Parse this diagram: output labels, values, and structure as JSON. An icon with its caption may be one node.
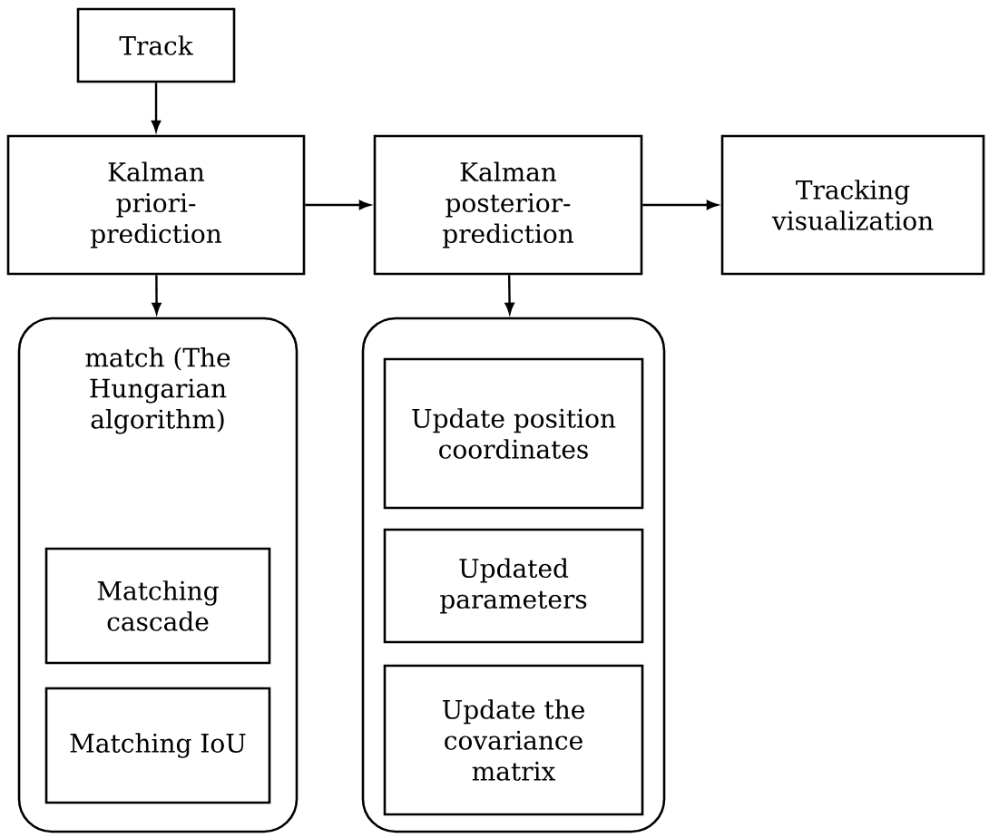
{
  "diagram": {
    "nodes": [
      {
        "text": [
          "Track"
        ]
      },
      {
        "text": [
          "Kalman priori-prediction"
        ]
      },
      {
        "text": [
          "Kalman posterior-prediction"
        ]
      },
      {
        "text": [
          "Tracking visualization"
        ]
      },
      {
        "text": [
          "match (The Hungarian algorithm)"
        ]
      },
      {
        "text": [
          "Matching cascade"
        ],
        "in": 4
      },
      {
        "text": [
          "Matching IoU"
        ],
        "in": 4
      },
      {
        "text": [],
        "shape": "box"
      },
      {
        "text": [
          "Update position coordinates"
        ],
        "in": 7
      },
      {
        "text": [
          "Updated parameters"
        ],
        "in": 7
      },
      {
        "text": [
          "Update the covariance matrix"
        ],
        "in": 7
      }
    ],
    "edges": [
      {
        "from": 0,
        "to": 1,
        "arrow": "to"
      },
      {
        "from": 1,
        "to": 2,
        "arrow": "to"
      },
      {
        "from": 2,
        "to": 3,
        "arrow": "to"
      },
      {
        "from": 1,
        "to": 4,
        "arrow": "to"
      },
      {
        "from": 2,
        "to": 7,
        "arrow": "to"
      }
    ]
  }
}
